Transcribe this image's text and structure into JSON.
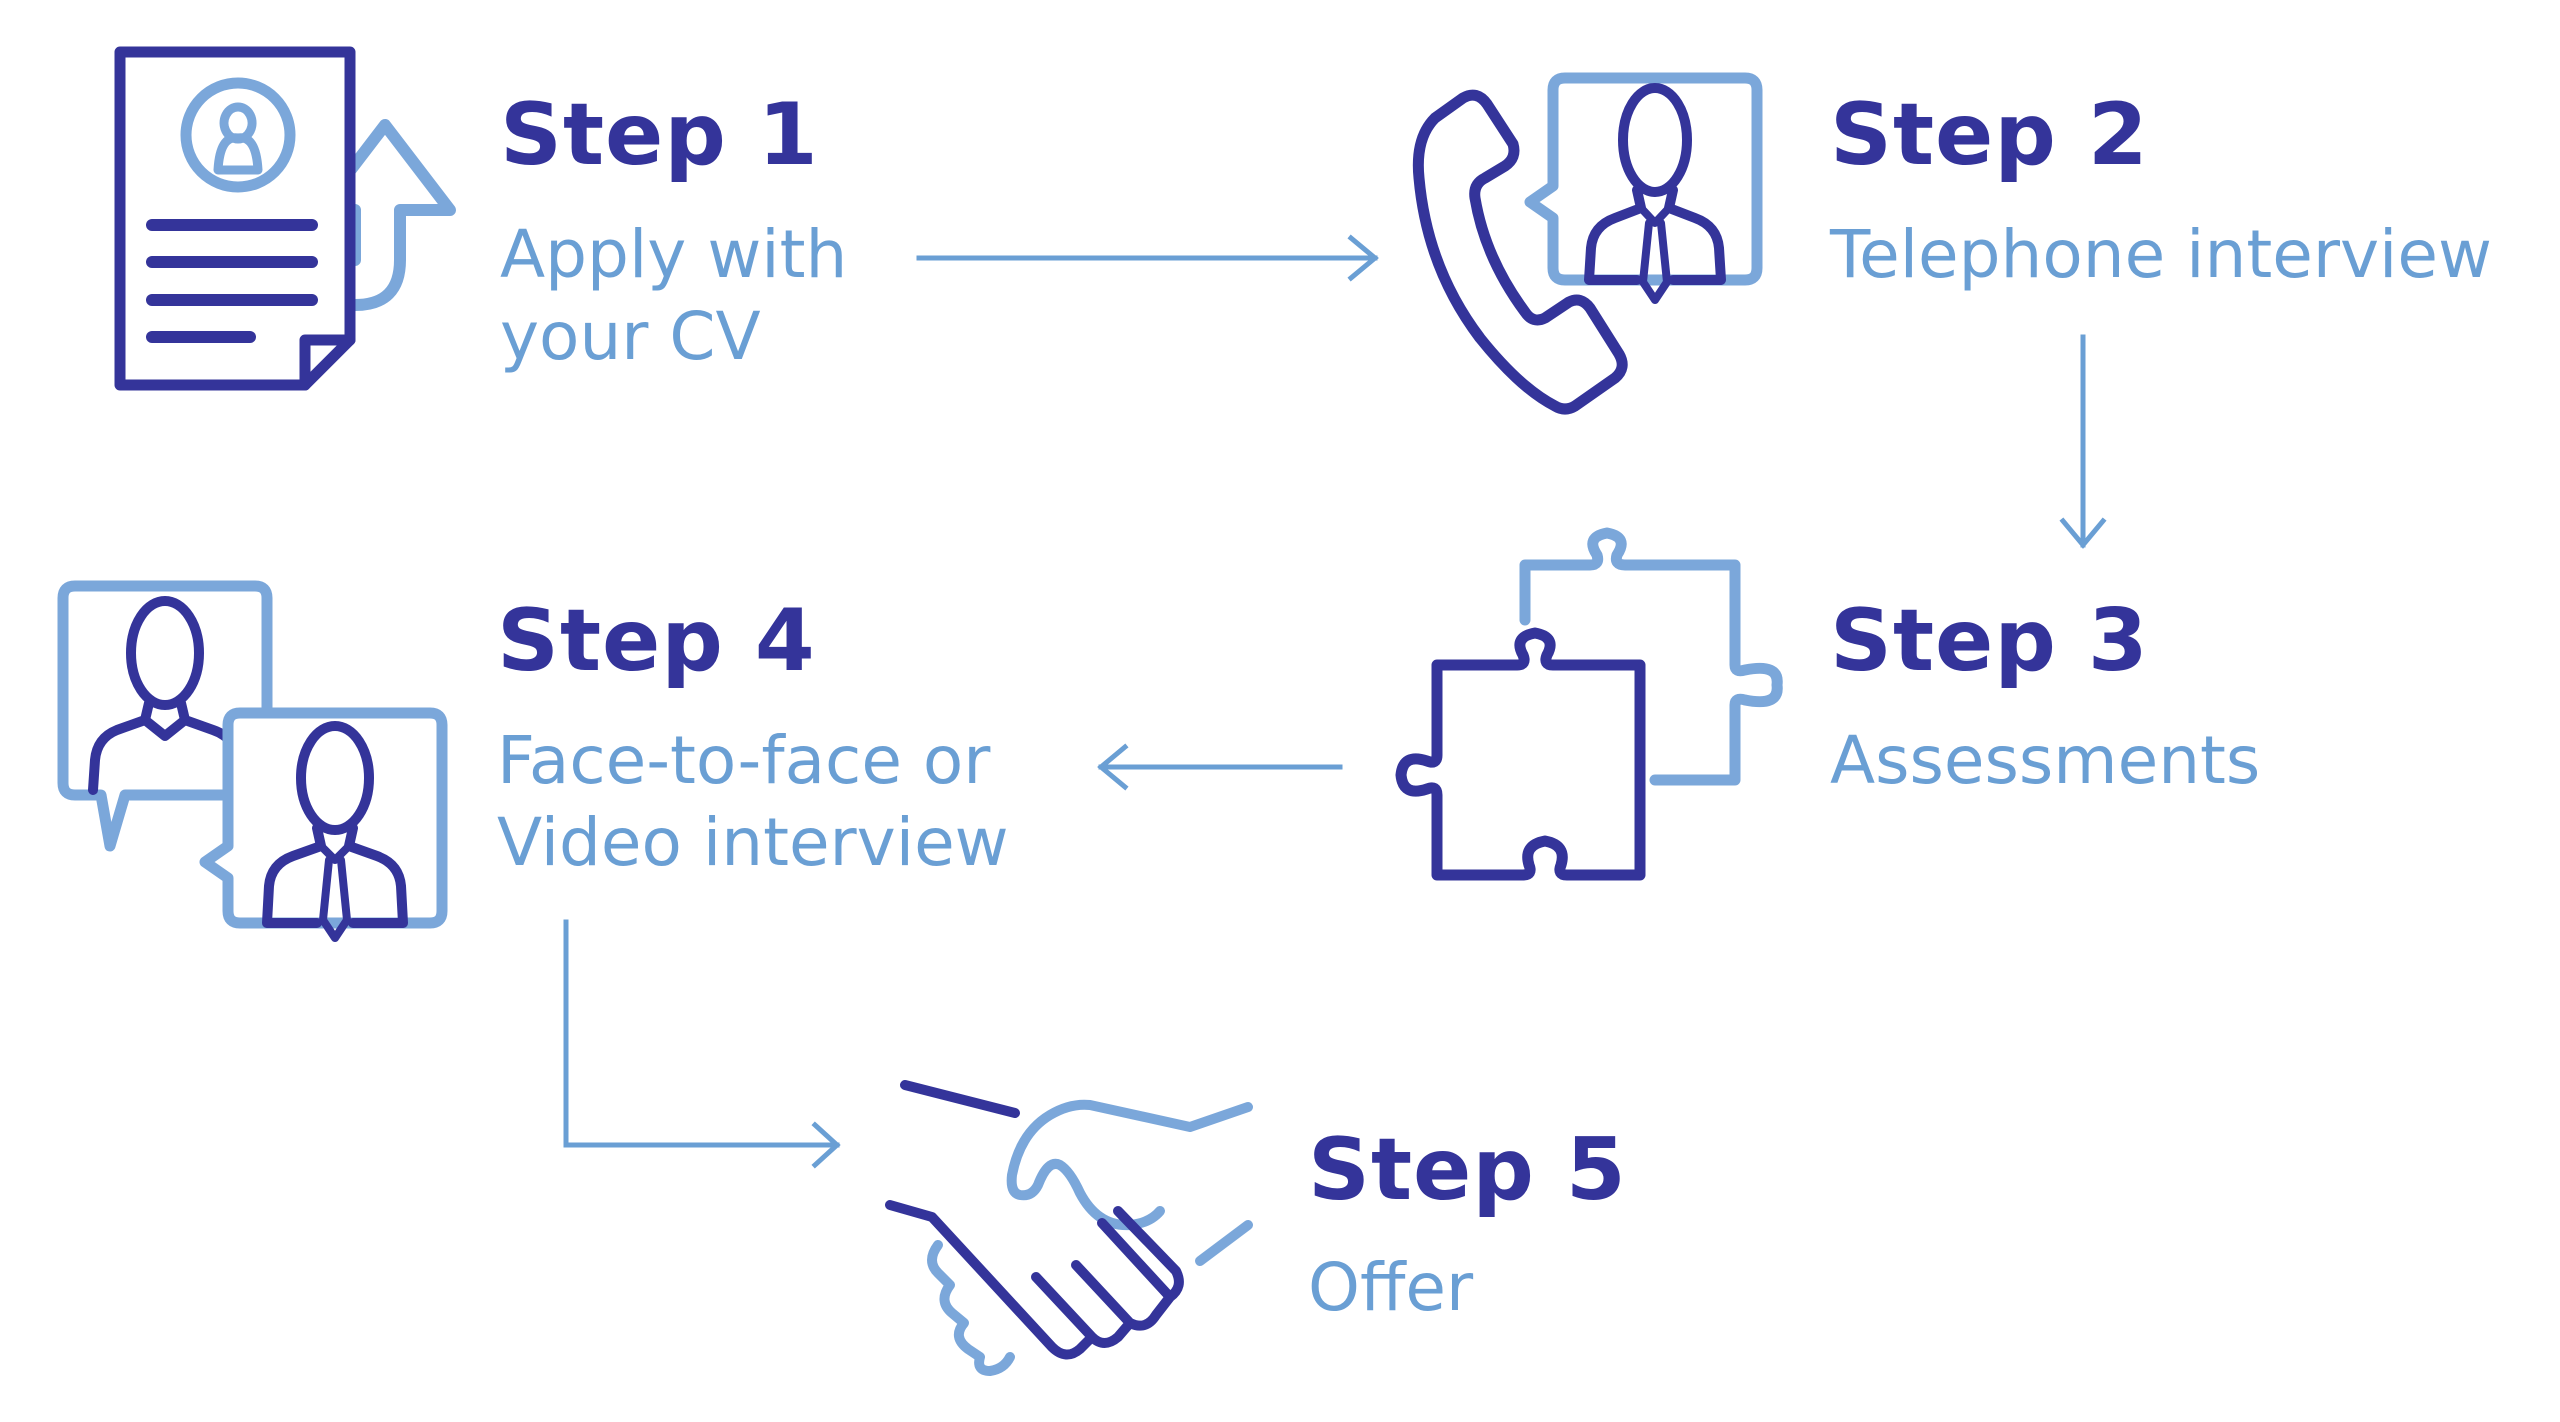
{
  "colors": {
    "dark": "#34349a",
    "light": "#7ba7da",
    "text_light": "#6a9fd4",
    "background": "#ffffff"
  },
  "steps": [
    {
      "title": "Step 1",
      "lines": [
        "Apply with",
        "your CV"
      ],
      "icon": "cv-upload-icon"
    },
    {
      "title": "Step 2",
      "lines": [
        "Telephone interview"
      ],
      "icon": "telephone-interview-icon"
    },
    {
      "title": "Step 3",
      "lines": [
        "Assessments"
      ],
      "icon": "puzzle-pieces-icon"
    },
    {
      "title": "Step 4",
      "lines": [
        "Face-to-face or",
        "Video interview"
      ],
      "icon": "two-people-chat-icon"
    },
    {
      "title": "Step 5",
      "lines": [
        "Offer"
      ],
      "icon": "handshake-icon"
    }
  ],
  "connectors": [
    {
      "from": "Step 1",
      "to": "Step 2",
      "direction": "right"
    },
    {
      "from": "Step 2",
      "to": "Step 3",
      "direction": "down"
    },
    {
      "from": "Step 3",
      "to": "Step 4",
      "direction": "left"
    },
    {
      "from": "Step 4",
      "to": "Step 5",
      "direction": "down-then-right"
    }
  ]
}
